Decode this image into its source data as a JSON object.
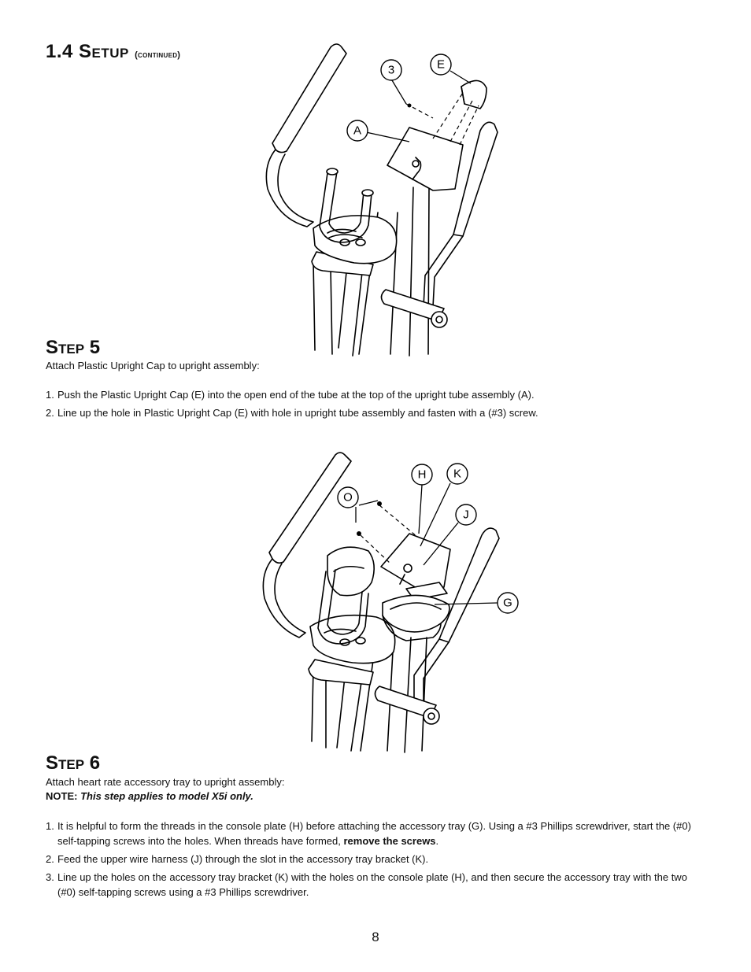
{
  "header": {
    "section_number": "1.4",
    "section_title": "Setup",
    "section_suffix": "(continued)"
  },
  "step5": {
    "title": "Step 5",
    "intro": "Attach Plastic Upright Cap to upright assembly:",
    "items": [
      {
        "num": "1.",
        "text": "Push the Plastic Upright Cap (E) into the open end of the tube at the top of the upright tube assembly (A)."
      },
      {
        "num": "2.",
        "text": "Line up the hole in Plastic Upright Cap (E) with hole in upright tube assembly and fasten with a (#3) screw."
      }
    ],
    "callouts": [
      "3",
      "E",
      "A"
    ]
  },
  "step6": {
    "title": "Step 6",
    "intro": "Attach heart rate accessory tray to upright assembly:",
    "note_label": "NOTE:",
    "note_text": "This step applies to model X5i only.",
    "items": [
      {
        "num": "1.",
        "text_before": "It is helpful to form the threads in the console plate (H) before attaching the accessory tray (G). Using a #3 Phillips screwdriver, start the (#0) self-tapping screws into the holes. When threads have formed, ",
        "text_bold": "remove the screws",
        "text_after": "."
      },
      {
        "num": "2.",
        "text": "Feed the upper wire harness (J) through the slot in the accessory tray bracket (K)."
      },
      {
        "num": "3.",
        "text": "Line up the holes on the accessory tray bracket (K) with the holes on the console plate (H), and then secure the accessory tray with the two (#0) self-tapping screws using a #3 Phillips screwdriver."
      }
    ],
    "callouts": [
      "H",
      "K",
      "O",
      "J",
      "G"
    ]
  },
  "footer": {
    "page_number": "8"
  }
}
